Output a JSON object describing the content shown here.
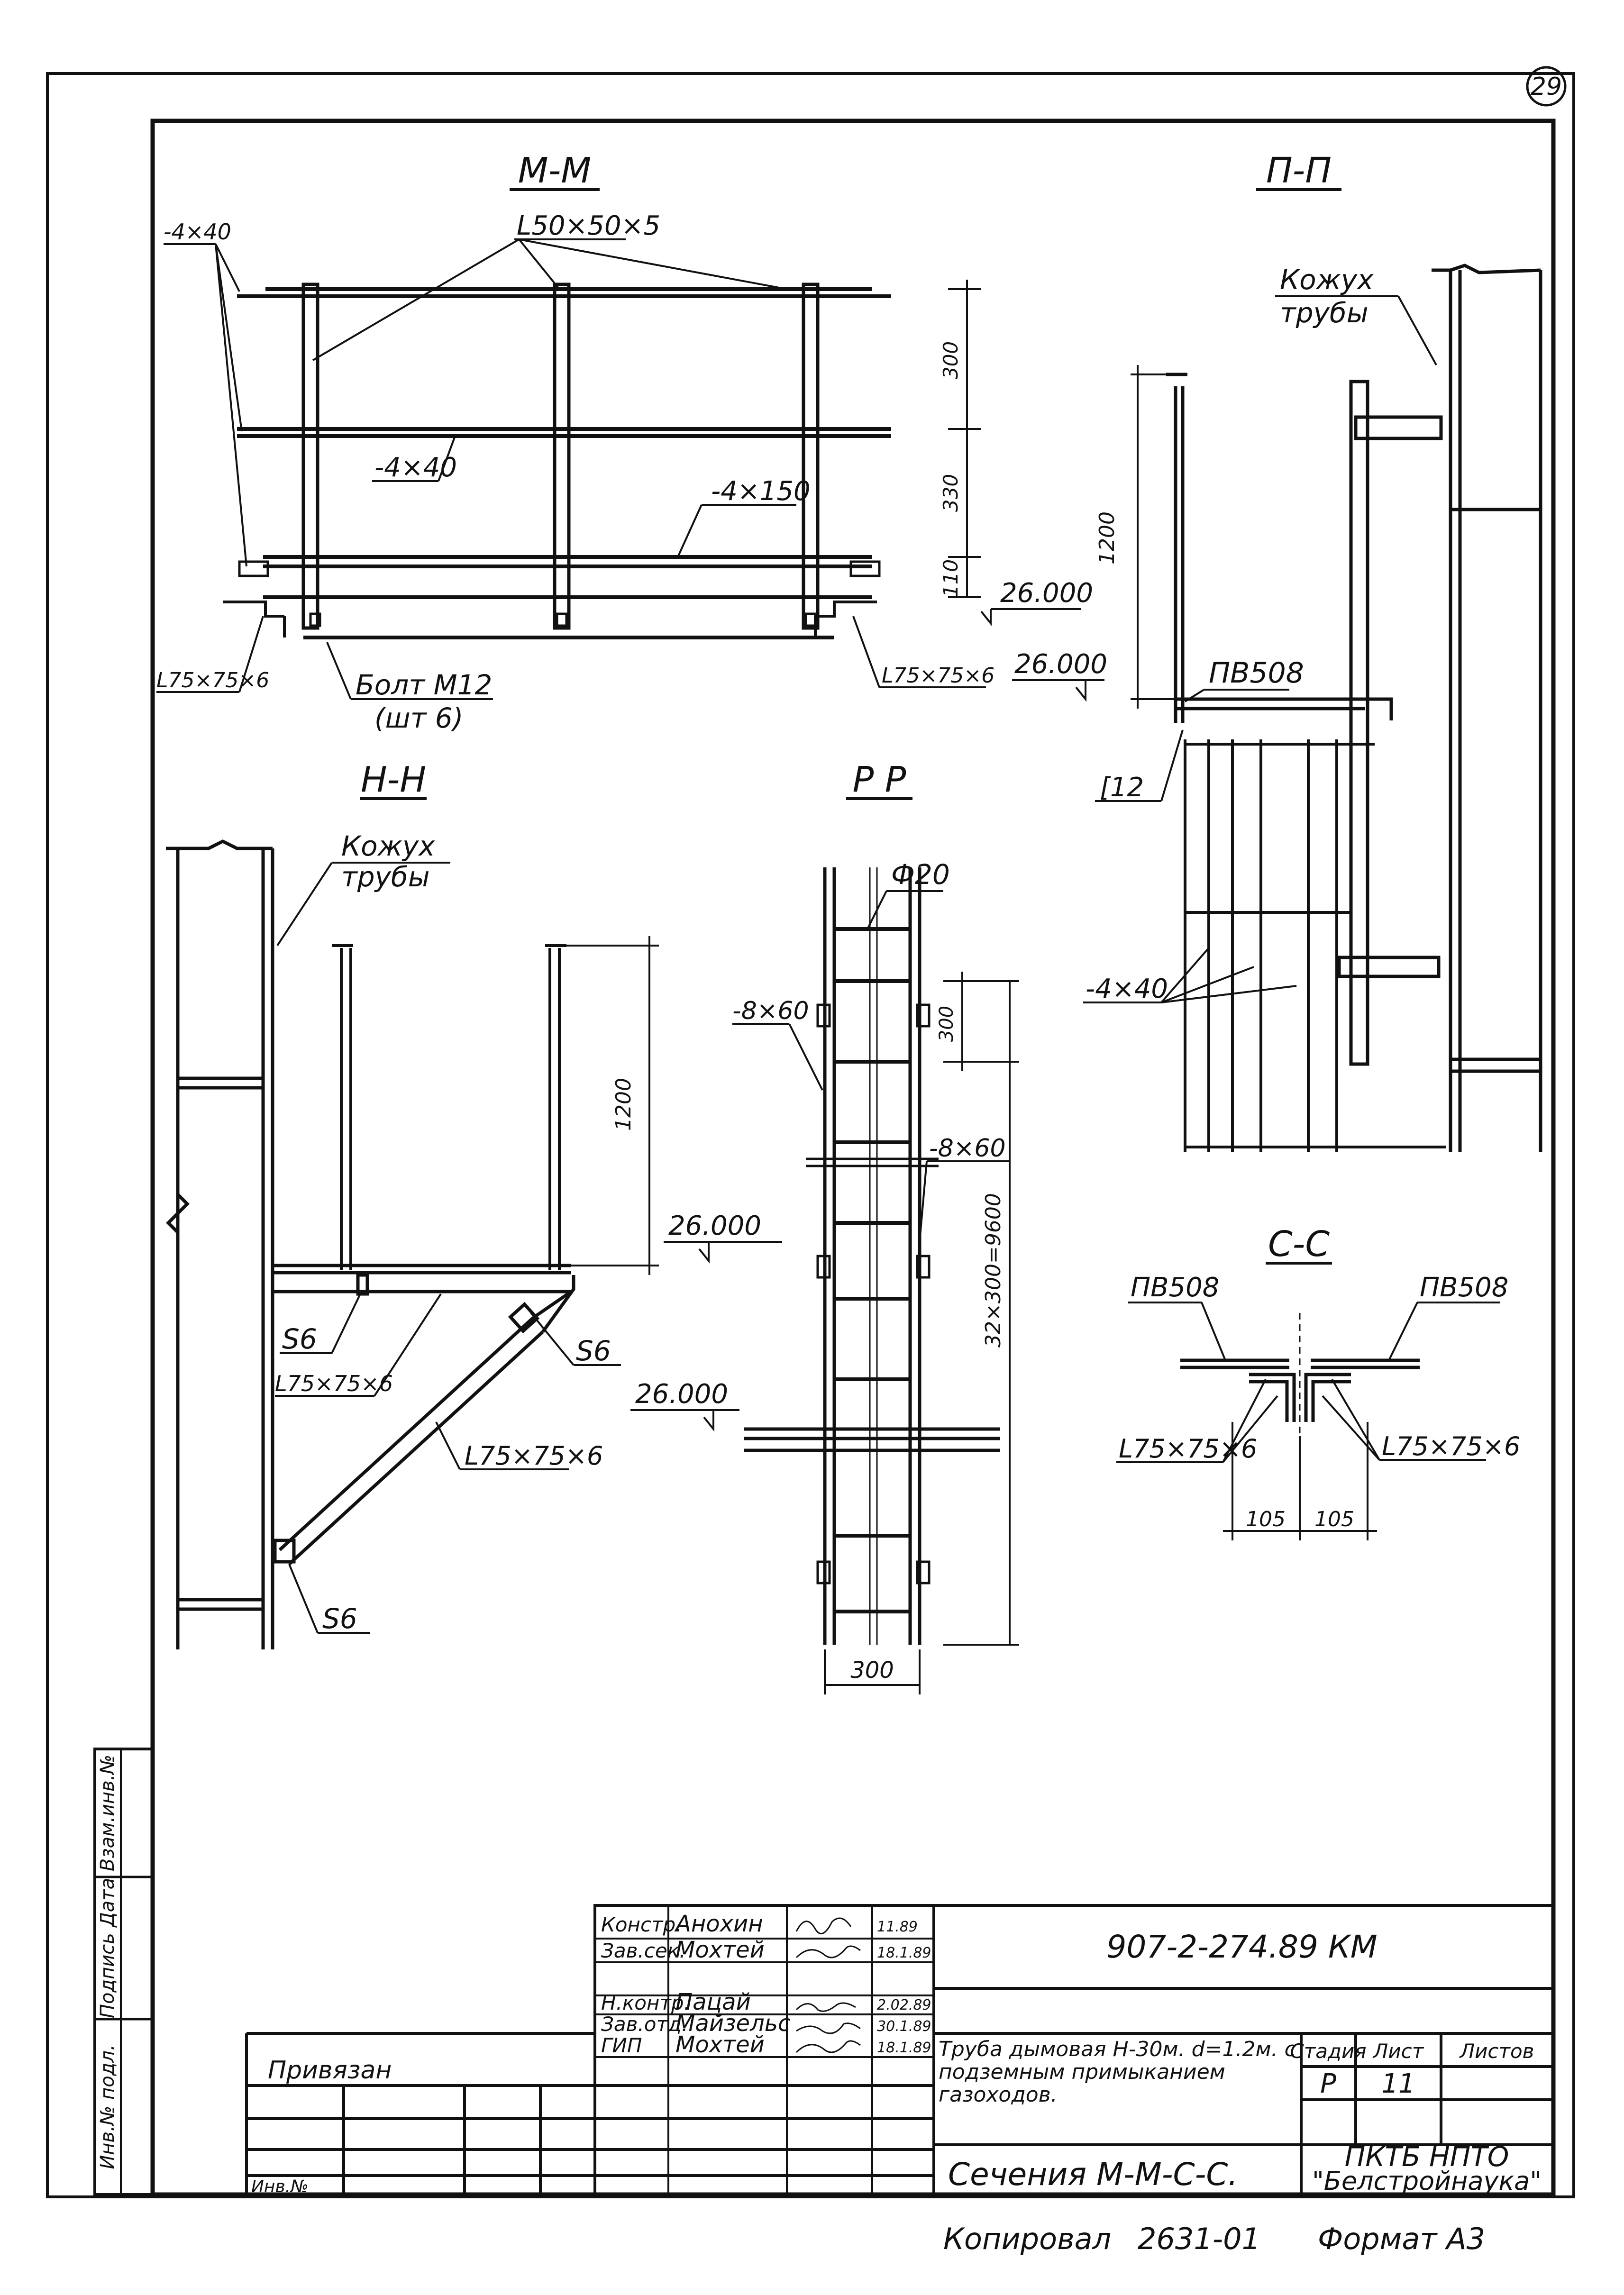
{
  "sheet": {
    "page_number": "29",
    "format": "Формат А3",
    "copied": "Копировал",
    "copy_number": "2631-01"
  },
  "sections": {
    "mm": {
      "title": "М-М",
      "angle_label": "L50×50×5",
      "strip_40": "-4×40",
      "strip_40_left": "-4×40",
      "strip_150": "-4×150",
      "dim_300": "300",
      "dim_330": "330",
      "dim_110": "110",
      "elevation": "26.000",
      "angle_left": "L75×75×6",
      "angle_right": "L75×75×6",
      "bolt": "Болт М12",
      "bolt_qty": "(шт 6)"
    },
    "pp": {
      "title": "П-П",
      "casing_1": "Кожух",
      "casing_2": "трубы",
      "dim_1200": "1200",
      "grating": "ПВ508",
      "elevation": "26.000",
      "channel": "[12",
      "strip": "-4×40"
    },
    "hh": {
      "title": "Н-Н",
      "casing_1": "Кожух",
      "casing_2": "трубы",
      "dim_1200": "1200",
      "elevation": "26.000",
      "weld_a": "S6",
      "weld_b": "S6",
      "weld_c": "S6",
      "angle_a": "L75×75×6",
      "angle_b": "L75×75×6"
    },
    "rr": {
      "title": "Р Р",
      "rung": "Ф20",
      "strip_a": "-8×60",
      "strip_b": "-8×60",
      "dim_300": "300",
      "dim_total": "32×300=9600",
      "elevation": "26.000",
      "width": "300"
    },
    "ss": {
      "title": "С-С",
      "grating_left": "ПВ508",
      "grating_right": "ПВ508",
      "angle_left": "L75×75×6",
      "angle_right": "L75×75×6",
      "dim_left": "105",
      "dim_right": "105"
    }
  },
  "title_block": {
    "code": "907-2-274.89 КМ",
    "rows": [
      {
        "role": "Констр.",
        "name": "Анохин",
        "date": "11.89"
      },
      {
        "role": "Зав.сек.",
        "name": "Мохтей",
        "date": "18.1.89"
      },
      {
        "role": "Н.контр.",
        "name": "Пацай",
        "date": "2.02.89"
      },
      {
        "role": "Зав.отд.",
        "name": "Майзельс",
        "date": "30.1.89"
      },
      {
        "role": "ГИП",
        "name": "Мохтей",
        "date": "18.1.89"
      }
    ],
    "object_name": "Труба дымовая Н-30м. d=1.2м. с подземным примыканием газоходов.",
    "sheet_title": "Сечения М-М-С-С.",
    "stage_label": "Стадия",
    "sheet_label": "Лист",
    "sheets_label": "Листов",
    "stage": "Р",
    "sheet": "11",
    "org_1": "ПКТБ НПТО",
    "org_2": "\"Белстройнаука\"",
    "linked": "Привязан",
    "inv_no": "Инв.№",
    "side_1": "Взам.инв.№",
    "side_2": "Подпись Дата",
    "side_3": "Инв.№ подл."
  }
}
